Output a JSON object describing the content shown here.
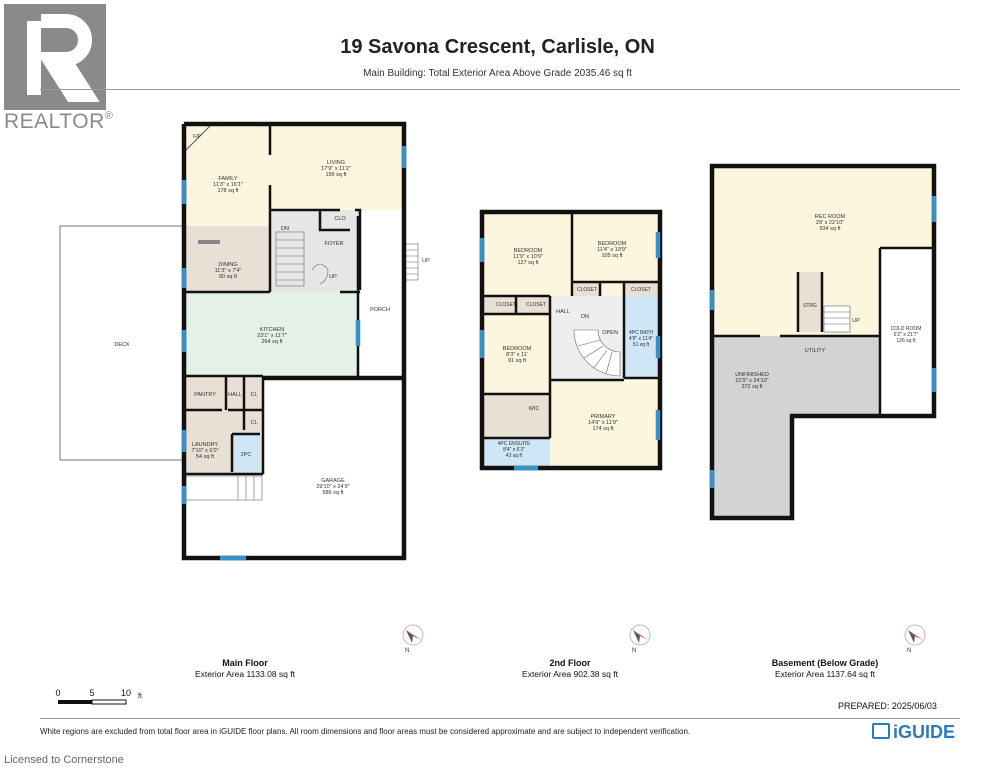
{
  "header": {
    "title": "19 Savona Crescent, Carlisle, ON",
    "subtitle": "Main Building: Total Exterior Area Above Grade 2035.46 sq ft"
  },
  "logo": {
    "text": "REALTOR",
    "mark": "®",
    "icon": "realtor-r-logo"
  },
  "floors": {
    "main": {
      "name": "Main Floor",
      "area": "Exterior Area 1133.08 sq ft"
    },
    "second": {
      "name": "2nd Floor",
      "area": "Exterior Area 902.38 sq ft"
    },
    "basement": {
      "name": "Basement (Below Grade)",
      "area": "Exterior Area 1137.64 sq ft"
    }
  },
  "rooms": {
    "fp": "F/P",
    "family": {
      "name": "FAMILY",
      "dim": "11'3\" x 16'1\"",
      "area": "178 sq ft"
    },
    "living": {
      "name": "LIVING",
      "dim": "17'9\" x 11'2\"",
      "area": "199 sq ft"
    },
    "clo": "CLO",
    "dn": "DN",
    "foyer": "FOYER",
    "up": "UP",
    "dining": {
      "name": "DINING",
      "dim": "11'3\" x 7'4\"",
      "area": "80 sq ft"
    },
    "porch": "PORCH",
    "up_porch": "UP",
    "deck": "DECK",
    "kitchen": {
      "name": "KITCHEN",
      "dim": "23'1\" x 11'7\"",
      "area": "264 sq ft"
    },
    "pantry": "PANTRY",
    "hall": "HALL",
    "cl1": "CL",
    "cl2": "CL",
    "laundry": {
      "name": "LAUNDRY",
      "dim": "7'10\" x 6'0\"",
      "area": "54 sq ft"
    },
    "pc2": "2PC",
    "garage": {
      "name": "GARAGE",
      "dim": "29'10\" x 24'9\"",
      "area": "586 sq ft"
    },
    "bedroom1": {
      "name": "BEDROOM",
      "dim": "11'9\" x 10'9\"",
      "area": "127 sq ft"
    },
    "bedroom2": {
      "name": "BEDROOM",
      "dim": "11'4\" x 10'9\"",
      "area": "105 sq ft"
    },
    "closet_a": "CLOSET",
    "closet_b": "CLOSET",
    "closet_c": "CLOSET",
    "closet_d": "CLOSET",
    "hall2": "HALL",
    "dn2": "DN",
    "open": "OPEN",
    "bedroom3": {
      "name": "BEDROOM",
      "dim": "8'3\" x 11'",
      "area": "91 sq ft"
    },
    "bath4": {
      "name": "4PC BATH",
      "dim": "4'8\" x 11'4\"",
      "area": "51 sq ft"
    },
    "wic": "WIC",
    "primary": {
      "name": "PRIMARY",
      "dim": "14'9\" x 11'9\"",
      "area": "174 sq ft"
    },
    "ensuite": {
      "name": "4PC ENSUITE",
      "dim": "8'4\" x 6'3\"",
      "area": "43 sq ft"
    },
    "rec": {
      "name": "REC ROOM",
      "dim": "29' x 22'10\"",
      "area": "534 sq ft"
    },
    "strg": "STRG",
    "up_b": "UP",
    "utility": "UTILITY",
    "cold": {
      "name": "COLD ROOM",
      "dim": "6'2\" x 21'7\"",
      "area": "126 sq ft"
    },
    "unfinished": {
      "name": "UNFINISHED",
      "dim": "22'9\" x 24'10\"",
      "area": "372 sq ft"
    }
  },
  "compass": {
    "label": "N"
  },
  "scale": {
    "labels": [
      "0",
      "5",
      "10"
    ],
    "unit": "ft"
  },
  "prepared": "PREPARED:  2025/06/03",
  "footnote": "White regions are excluded from total floor area in iGUIDE floor plans. All room dimensions and floor areas must be considered approximate and are subject to independent verification.",
  "brand": "iGUIDE",
  "licensed": "Licensed to Cornerstone",
  "colors": {
    "yellow": "#fbf6dd",
    "green": "#e3f1e6",
    "taupe": "#e8e0d4",
    "grey": "#d3d3d3",
    "blue": "#cfe6f7",
    "window": "#3a8fc7",
    "wall": "#111111"
  }
}
